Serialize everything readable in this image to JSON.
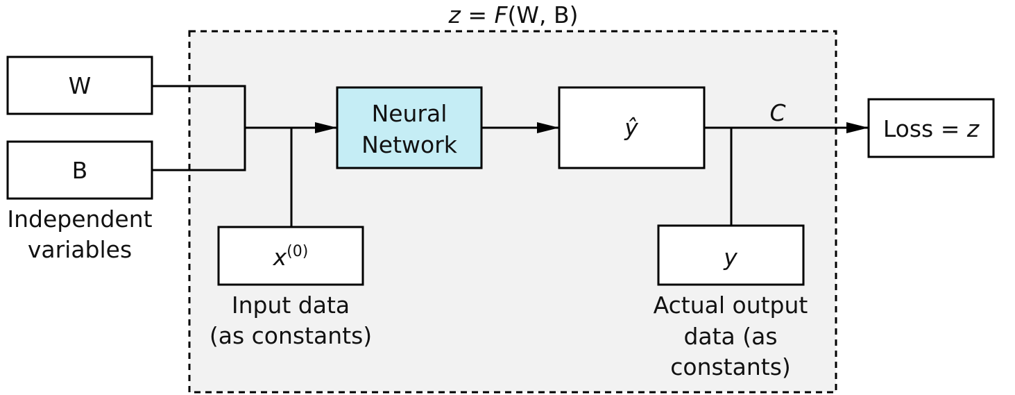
{
  "title": {
    "z": "z",
    "eq": " = ",
    "F": "F",
    "args": "(W, B)"
  },
  "colors": {
    "region_fill": "#f2f2f2",
    "neural_network_fill": "#c5edf5",
    "stroke": "#000000"
  },
  "boxes": {
    "w": "W",
    "b": "B",
    "neural_network": [
      "Neural",
      "Network"
    ],
    "y_hat": "ŷ",
    "x0_base": "x",
    "x0_sup": "(0)",
    "y": "y",
    "loss_prefix": "Loss = ",
    "loss_var": "z"
  },
  "edge_labels": {
    "c": "C"
  },
  "captions": {
    "independent_variables": [
      "Independent",
      "variables"
    ],
    "input_data": [
      "Input data",
      "(as constants)"
    ],
    "actual_output": [
      "Actual output",
      "data (as",
      "constants)"
    ]
  }
}
